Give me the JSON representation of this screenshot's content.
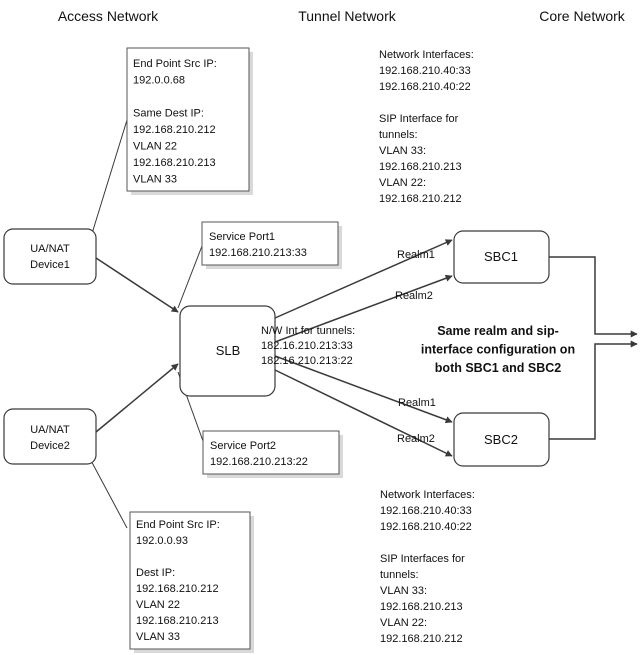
{
  "headers": {
    "access": "Access Network",
    "tunnel": "Tunnel Network",
    "core": "Core Network"
  },
  "devices": {
    "device1": [
      "UA/NAT",
      "Device1"
    ],
    "device2": [
      "UA/NAT",
      "Device2"
    ],
    "slb": "SLB",
    "sbc1": "SBC1",
    "sbc2": "SBC2"
  },
  "notes": {
    "endpoint1": [
      "End Point Src IP:",
      "192.0.0.68",
      "",
      "Same Dest IP:",
      "192.168.210.212",
      "VLAN 22",
      "192.168.210.213",
      "VLAN 33"
    ],
    "endpoint2": [
      "End Point Src IP:",
      "192.0.0.93",
      "",
      "Dest IP:",
      "192.168.210.212",
      "VLAN 22",
      "192.168.210.213",
      "VLAN 33"
    ],
    "service_port1": [
      "Service Port1",
      "192.168.210.213:33"
    ],
    "service_port2": [
      "Service Port2",
      "192.168.210.213:22"
    ]
  },
  "texts": {
    "sbc1_interfaces": [
      "Network Interfaces:",
      "192.168.210.40:33",
      "192.168.210.40:22",
      "",
      "SIP Interface for",
      "tunnels:",
      "VLAN 33:",
      "192.168.210.213",
      "VLAN 22:",
      "192.168.210.212"
    ],
    "sbc2_interfaces": [
      "Network Interfaces:",
      "192.168.210.40:33",
      "192.168.210.40:22",
      "",
      "SIP Interfaces for",
      "tunnels:",
      "VLAN 33:",
      "192.168.210.213",
      "VLAN 22:",
      "192.168.210.212"
    ],
    "nw_int": [
      "N/W Int for tunnels:",
      "182.16.210.213:33",
      "182.16.210.213:22"
    ],
    "same_realm": [
      "Same realm and sip-",
      "interface configuration on",
      "both SBC1 and SBC2"
    ],
    "realm1_top": "Realm1",
    "realm2_top": "Realm2",
    "realm1_bottom": "Realm1",
    "realm2_bottom": "Realm2"
  },
  "colors": {
    "line": "#3a3a3a",
    "box_border": "#555555",
    "note_shadow": "#d9d9d9"
  }
}
